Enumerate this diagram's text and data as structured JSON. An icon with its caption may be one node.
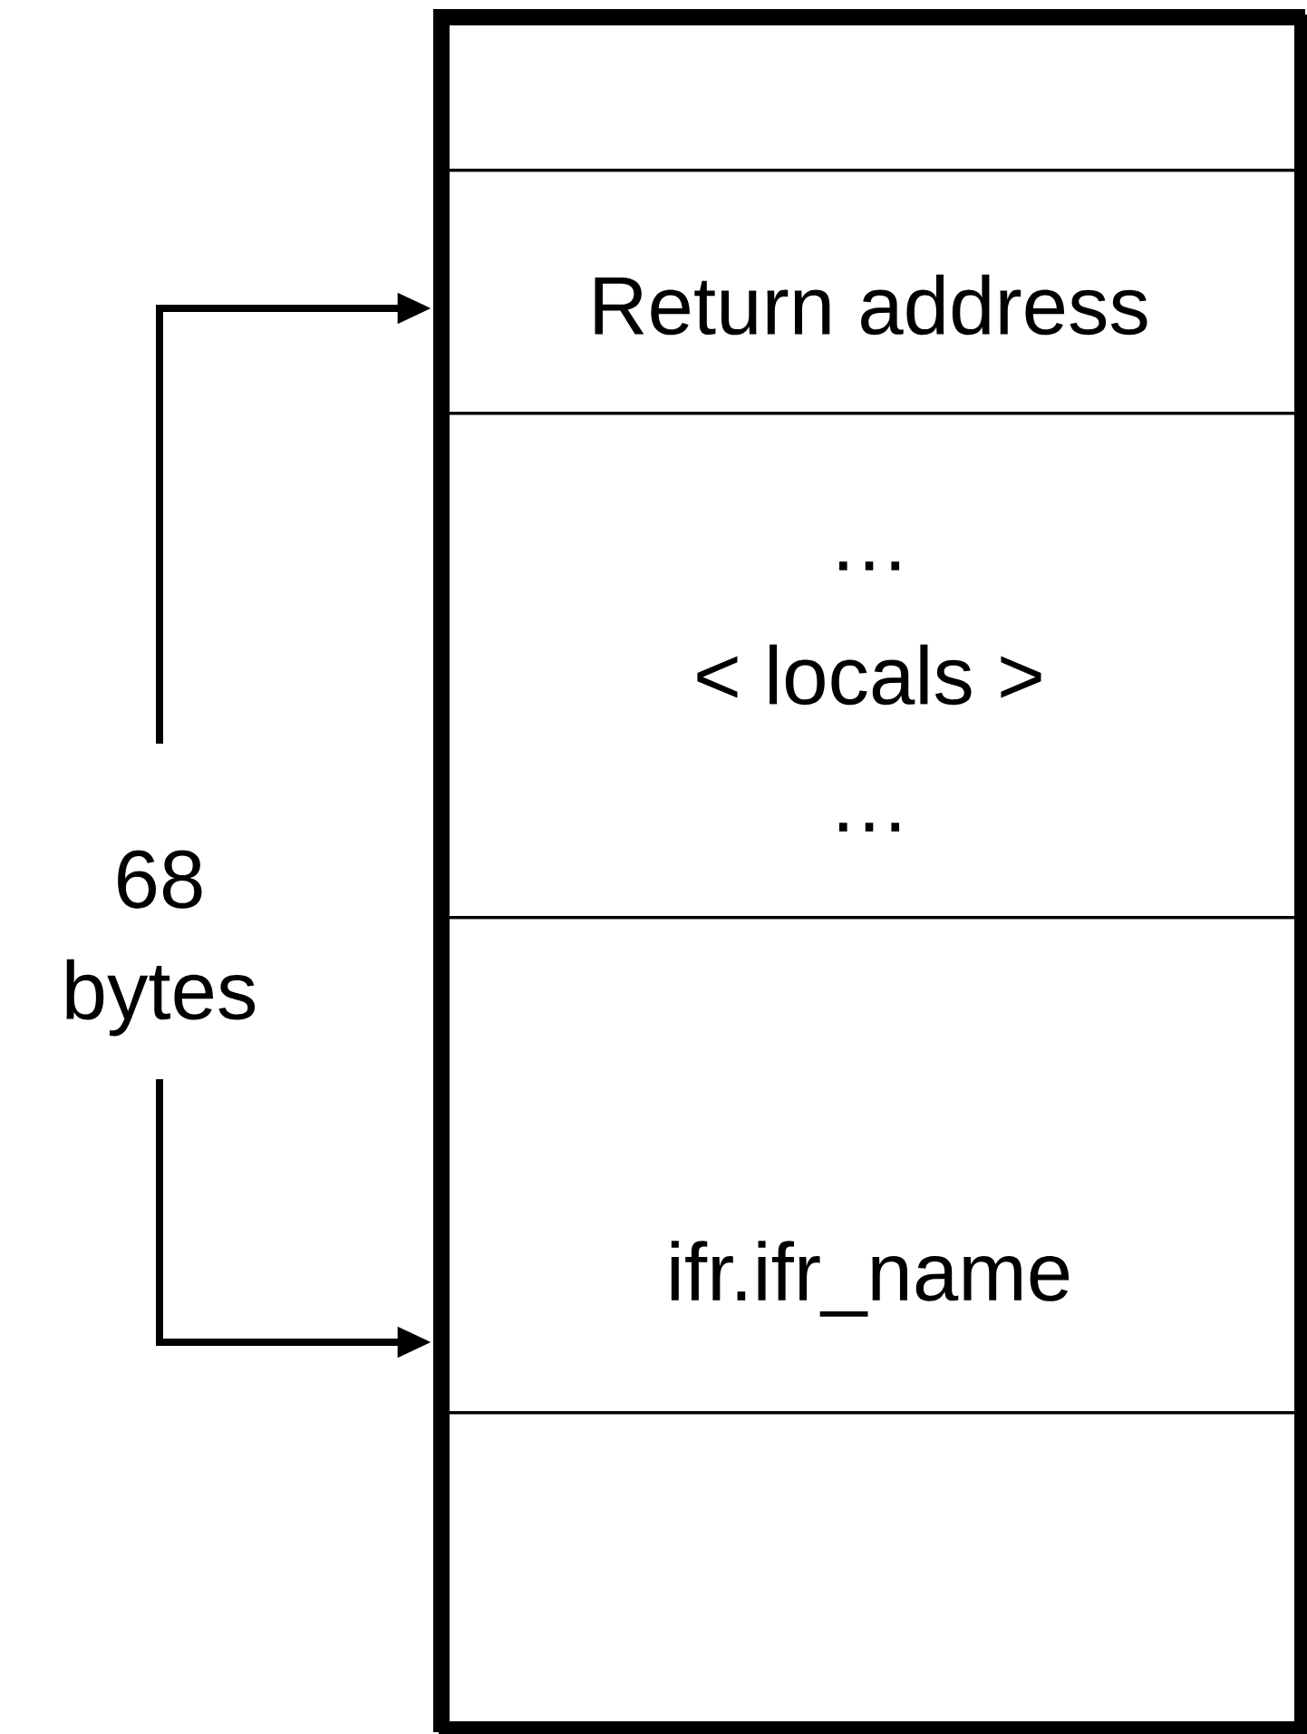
{
  "diagram": {
    "nodes": [
      {
        "text": [],
        "shape": "box"
      },
      {
        "text": [],
        "shape": "box",
        "in": 0
      },
      {
        "text": [
          "Return address"
        ],
        "in": 0
      },
      {
        "text": [
          "…",
          "< locals >",
          "…"
        ],
        "in": 0
      },
      {
        "text": [
          "ifr.ifr_name"
        ],
        "in": 0
      },
      {
        "text": [],
        "shape": "box",
        "in": 0
      }
    ],
    "labels": [
      "68 bytes"
    ]
  }
}
